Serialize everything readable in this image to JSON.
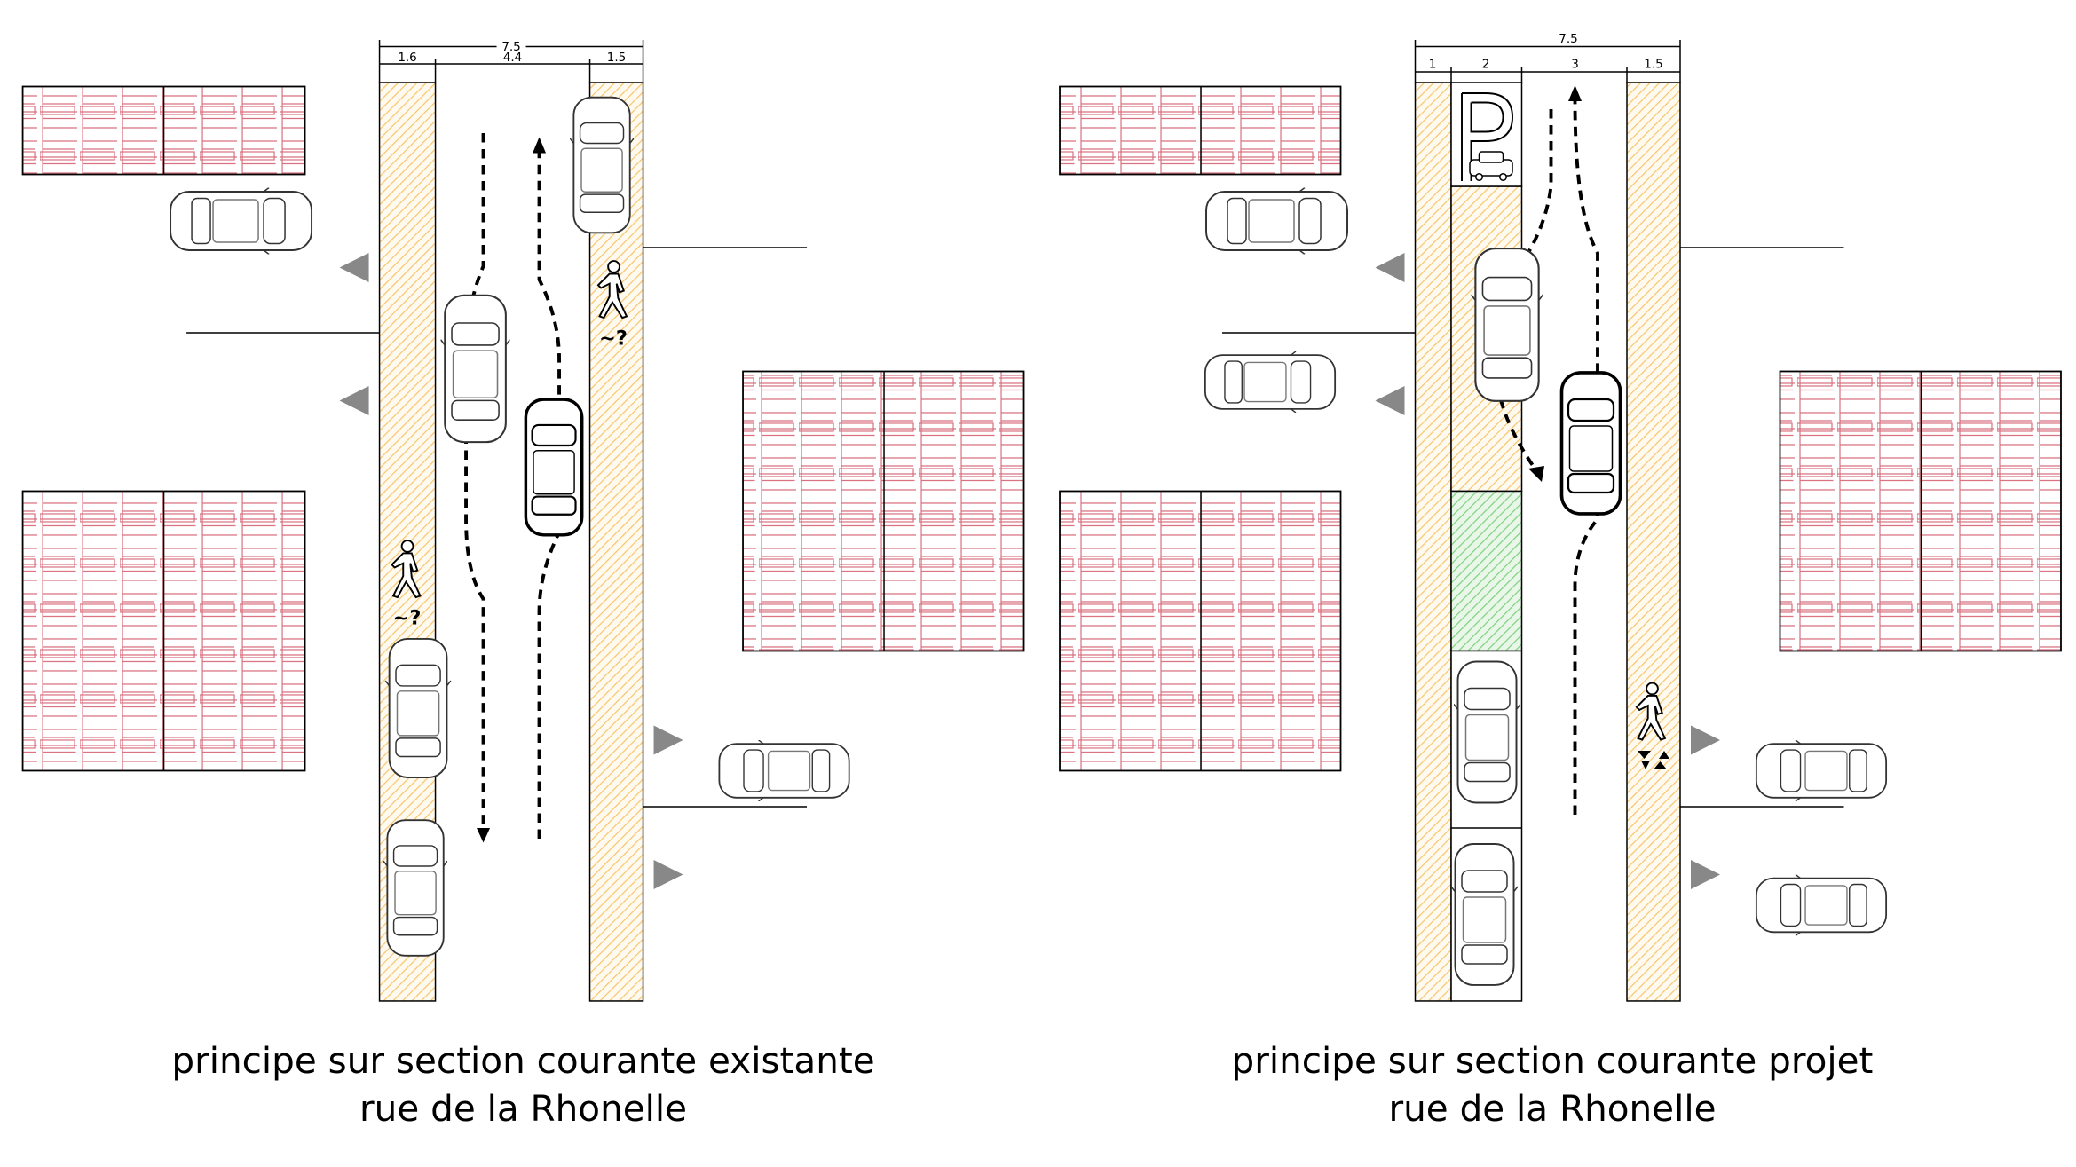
{
  "colors": {
    "sidewalk": "#f6c56b",
    "brick": "#d9707f",
    "green_space": "#7fd07f",
    "marker": "#888888"
  },
  "left_panel": {
    "dimensions": {
      "total": "7.5",
      "segments": [
        "1.6",
        "4.4",
        "1.5"
      ]
    },
    "pedestrian_notes": [
      "~?",
      "~?"
    ],
    "caption_line1": "principe sur section courante existante",
    "caption_line2": "rue de la Rhonelle"
  },
  "right_panel": {
    "dimensions": {
      "total": "7.5",
      "segments": [
        "1",
        "2",
        "3",
        "1.5"
      ]
    },
    "parking_sign": "P",
    "caption_line1": "principe sur section courante projet",
    "caption_line2": "rue de la Rhonelle"
  }
}
